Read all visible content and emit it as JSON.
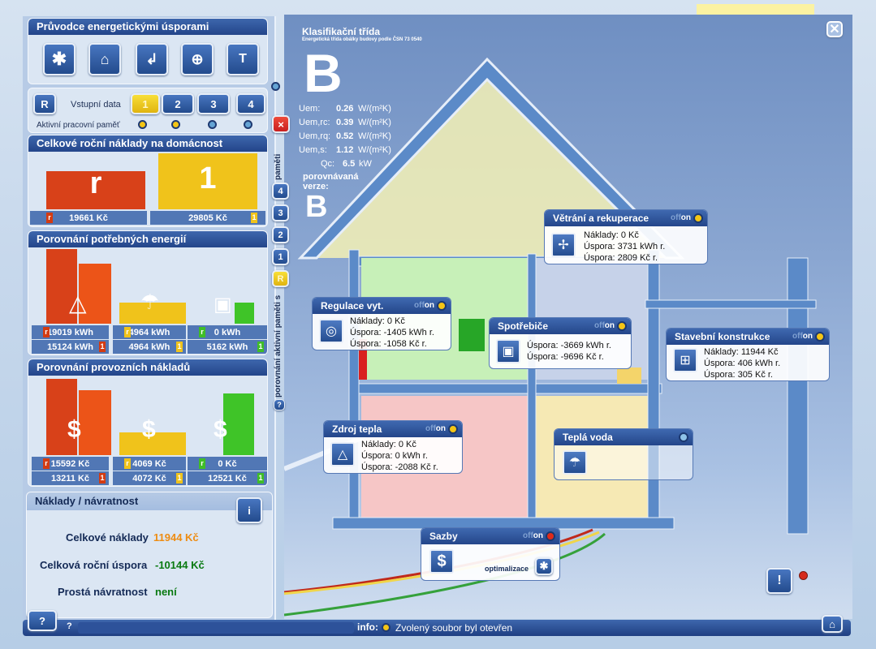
{
  "app": {
    "title": "Průvodce energetickými úsporami",
    "close_icon": "close-icon"
  },
  "toolbar": {
    "icons": [
      "snowflake-icon",
      "roof-icon",
      "floor-icon",
      "add-house-icon",
      "document-icon"
    ]
  },
  "memory": {
    "r_label": "R",
    "input_label": "Vstupní data",
    "slots": [
      "1",
      "2",
      "3",
      "4"
    ],
    "active_label": "Aktivní pracovní paměť",
    "delete": "×"
  },
  "side": {
    "items": [
      "4",
      "3",
      "2",
      "1",
      "R",
      "?"
    ],
    "label_top": "paměti",
    "label_bottom": "porovnání aktivní paměti s"
  },
  "annual": {
    "title": "Celkové roční náklady na domácnost",
    "r_letter": "r",
    "one_letter": "1",
    "r_value": "19661 Kč",
    "one_value": "29805 Kč",
    "tag_r": "r",
    "tag_1": "1"
  },
  "energy": {
    "title": "Porovnání potřebných energií",
    "cols": [
      {
        "top": "19019 kWh",
        "bottom": "15124 kWh",
        "tt": "r",
        "bt": "1"
      },
      {
        "top": "4964 kWh",
        "bottom": "4964 kWh",
        "tt": "r",
        "bt": "1"
      },
      {
        "top": "0 kWh",
        "bottom": "5162 kWh",
        "tt": "r",
        "bt": "1"
      }
    ]
  },
  "operating": {
    "title": "Porovnání provozních nákladů",
    "cols": [
      {
        "top": "15592 Kč",
        "bottom": "13211 Kč",
        "tt": "r",
        "bt": "1"
      },
      {
        "top": "4069 Kč",
        "bottom": "4072 Kč",
        "tt": "r",
        "bt": "1"
      },
      {
        "top": "0 Kč",
        "bottom": "12521 Kč",
        "tt": "r",
        "bt": "1"
      }
    ],
    "dollar": "$"
  },
  "payback": {
    "title": "Náklady / návratnost",
    "info": "i",
    "total_label": "Celkové náklady",
    "total_value": "11944 Kč",
    "saving_label": "Celková roční úspora",
    "saving_value": "-10144 Kč",
    "return_label": "Prostá návratnost",
    "return_value": "není"
  },
  "klass": {
    "title": "Klasifikační třída",
    "subtitle": "Energetická třída obálky budovy podle ČSN 73 0540",
    "letter": "B",
    "rows": [
      {
        "k": "Uem:",
        "v": "0.26",
        "u": "W/(m²K)"
      },
      {
        "k": "Uem,rc:",
        "v": "0.39",
        "u": "W/(m²K)"
      },
      {
        "k": "Uem,rq:",
        "v": "0.52",
        "u": "W/(m²K)"
      },
      {
        "k": "Uem,s:",
        "v": "1.12",
        "u": "W/(m²K)"
      },
      {
        "k": "Qc:",
        "v": "6.5",
        "u": "kW"
      }
    ],
    "compare_label1": "porovnávaná",
    "compare_label2": "verze:",
    "compare_letter": "B"
  },
  "dialogs": {
    "vent": {
      "title": "Větrání a rekuperace",
      "off": "off",
      "on": "on",
      "lines": [
        "Náklady: 0 Kč",
        "Úspora: 3731 kWh r.",
        "Úspora: 2809 Kč r."
      ]
    },
    "reg": {
      "title": "Regulace vyt.",
      "off": "off",
      "on": "on",
      "lines": [
        "Náklady: 0 Kč",
        "Úspora: -1405 kWh r.",
        "Úspora: -1058 Kč r."
      ]
    },
    "spot": {
      "title": "Spotřebiče",
      "off": "off",
      "on": "on",
      "lines": [
        "Úspora: -3669 kWh r.",
        "Úspora: -9696 Kč r."
      ]
    },
    "stav": {
      "title": "Stavební konstrukce",
      "off": "off",
      "on": "on",
      "lines": [
        "Náklady: 11944 Kč",
        "Úspora: 406 kWh r.",
        "Úspora: 305 Kč r."
      ]
    },
    "zdroj": {
      "title": "Zdroj tepla",
      "off": "off",
      "on": "on",
      "lines": [
        "Náklady: 0 Kč",
        "Úspora: 0 kWh r.",
        "Úspora: -2088 Kč r."
      ]
    },
    "tepla": {
      "title": "Teplá voda"
    },
    "sazby": {
      "title": "Sazby",
      "off": "off",
      "on": "on",
      "opt": "optimalizace"
    }
  },
  "bottom": {
    "help": "?",
    "help2": "?",
    "info_label": "info:",
    "info_text": "Zvolený soubor byl otevřen",
    "warn": "!"
  }
}
